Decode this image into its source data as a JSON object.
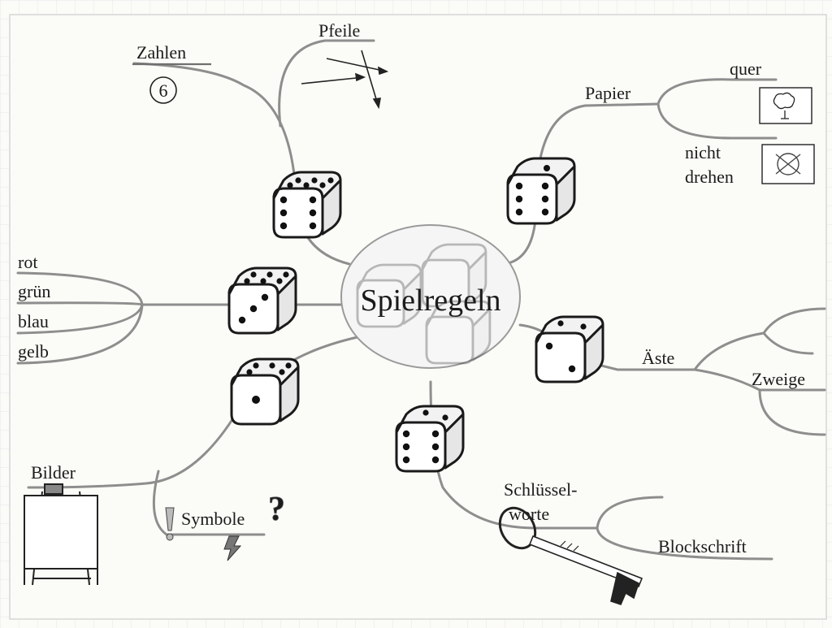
{
  "center": {
    "label": "Spielregeln"
  },
  "branches": {
    "zahlen": {
      "label": "Zahlen",
      "badge": "6"
    },
    "pfeile": {
      "label": "Pfeile"
    },
    "papier": {
      "label": "Papier",
      "quer": "quer",
      "nicht_line1": "nicht",
      "nicht_line2": "drehen"
    },
    "farben": {
      "items": [
        "rot",
        "grün",
        "blau",
        "gelb"
      ]
    },
    "aeste": {
      "label": "Äste",
      "zweige": "Zweige"
    },
    "bilder": {
      "label": "Bilder",
      "symbole": "Symbole"
    },
    "schluesselworte": {
      "line1": "Schlüssel-",
      "line2": "worte",
      "blockschrift": "Blockschrift"
    }
  },
  "icons": [
    "die-icon",
    "arrows-icon",
    "tree-icon",
    "no-rotate-icon",
    "easel-icon",
    "exclamation-icon",
    "question-icon",
    "lightning-icon",
    "key-icon"
  ],
  "colors": {
    "branch": "#8e8e8e",
    "ink": "#1b1b1b",
    "grid": "#e4e8ef",
    "paper": "#fbfbf7"
  }
}
